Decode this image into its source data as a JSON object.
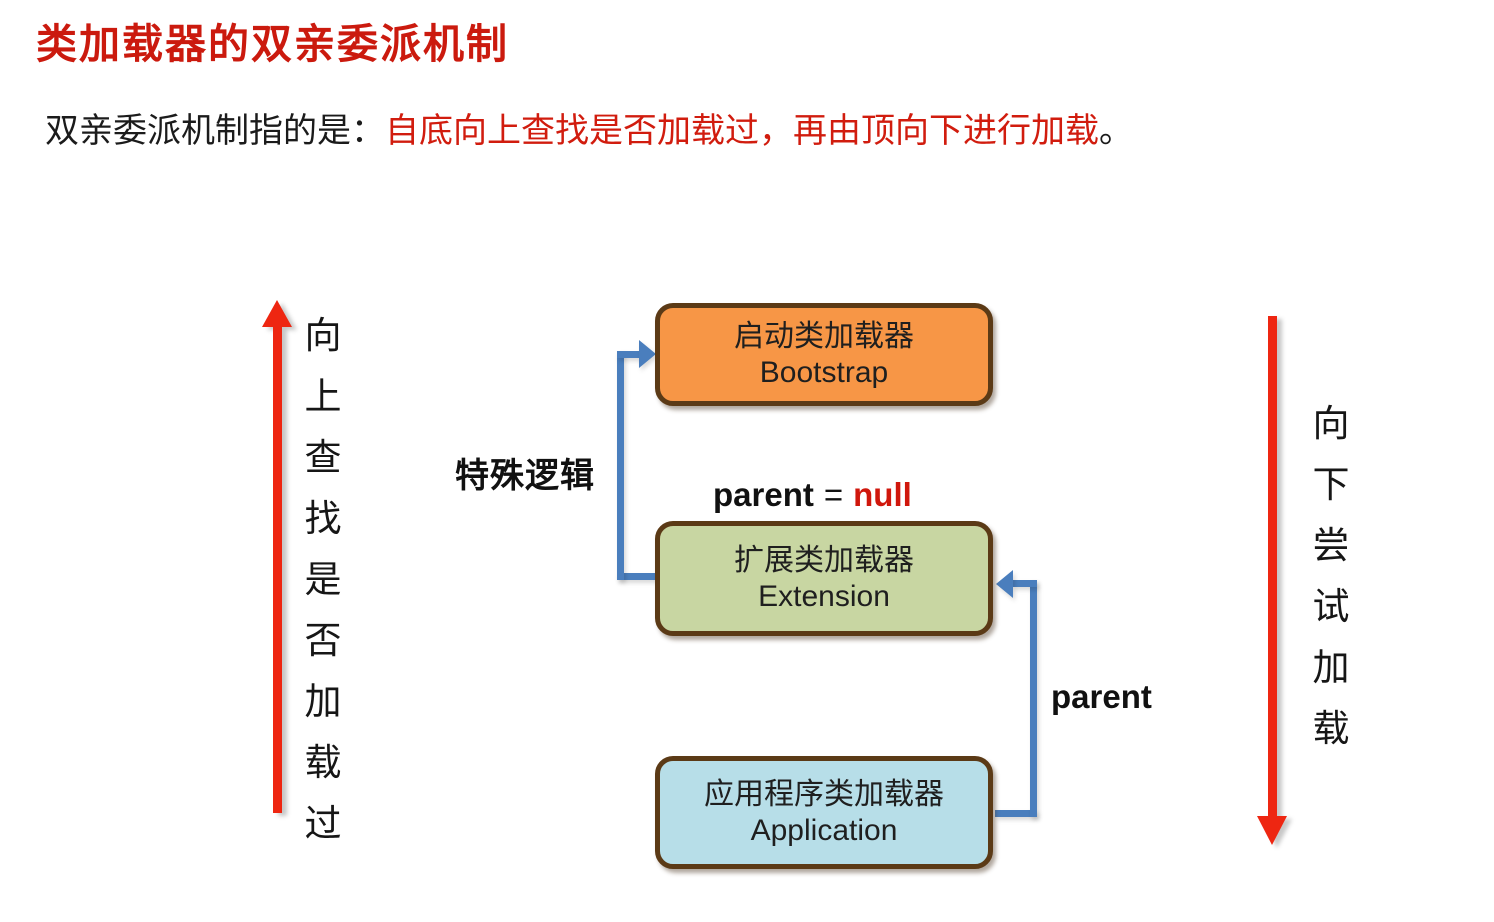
{
  "header": {
    "title": "类加载器的双亲委派机制",
    "desc_prefix": "双亲委派机制指的是：",
    "desc_highlight": "自底向上查找是否加载过，再由顶向下进行加载",
    "desc_suffix": "。"
  },
  "left_flow": {
    "label": "向上查找是否加载过",
    "chars": [
      "向",
      "上",
      "查",
      "找",
      "是",
      "否",
      "加",
      "载",
      "过"
    ],
    "direction": "up"
  },
  "right_flow": {
    "label": "向下尝试加载",
    "chars": [
      "向",
      "下",
      "尝",
      "试",
      "加",
      "载"
    ],
    "direction": "down"
  },
  "nodes": [
    {
      "id": "bootstrap",
      "title": "启动类加载器",
      "subtitle": "Bootstrap",
      "fill": "#f79646"
    },
    {
      "id": "extension",
      "title": "扩展类加载器",
      "subtitle": "Extension",
      "fill": "#c8d6a2"
    },
    {
      "id": "application",
      "title": "应用程序类加载器",
      "subtitle": "Application",
      "fill": "#b7dee8"
    }
  ],
  "annotations": {
    "special_logic": "特殊逻辑",
    "parent_word": "parent",
    "equals_sign": "=",
    "null_word": "null",
    "parent_edge_label": "parent"
  },
  "colors": {
    "title_red": "#cb1a0e",
    "highlight_red": "#d11c0e",
    "arrow_red": "#ee2611",
    "connector_blue": "#4a7ebd",
    "node_border_brown": "#5b3a16"
  }
}
